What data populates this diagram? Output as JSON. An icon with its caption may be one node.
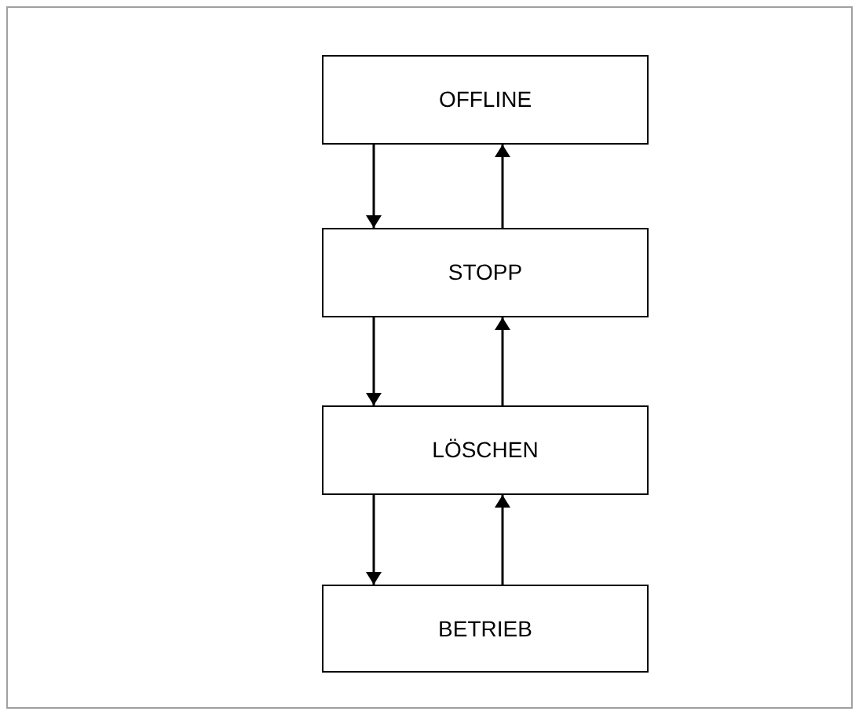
{
  "diagram": {
    "nodes": [
      {
        "text": [
          "OFFLINE"
        ]
      },
      {
        "text": [
          "STOPP"
        ]
      },
      {
        "text": [
          "LÖSCHEN"
        ]
      },
      {
        "text": [
          "BETRIEB"
        ]
      }
    ],
    "edges": [
      {
        "from": 0,
        "to": 1,
        "arrow": "to"
      },
      {
        "from": 1,
        "to": 0,
        "arrow": "to"
      },
      {
        "from": 1,
        "to": 2,
        "arrow": "to"
      },
      {
        "from": 2,
        "to": 1,
        "arrow": "to"
      },
      {
        "from": 2,
        "to": 3,
        "arrow": "to"
      },
      {
        "from": 3,
        "to": 2,
        "arrow": "to"
      }
    ]
  }
}
